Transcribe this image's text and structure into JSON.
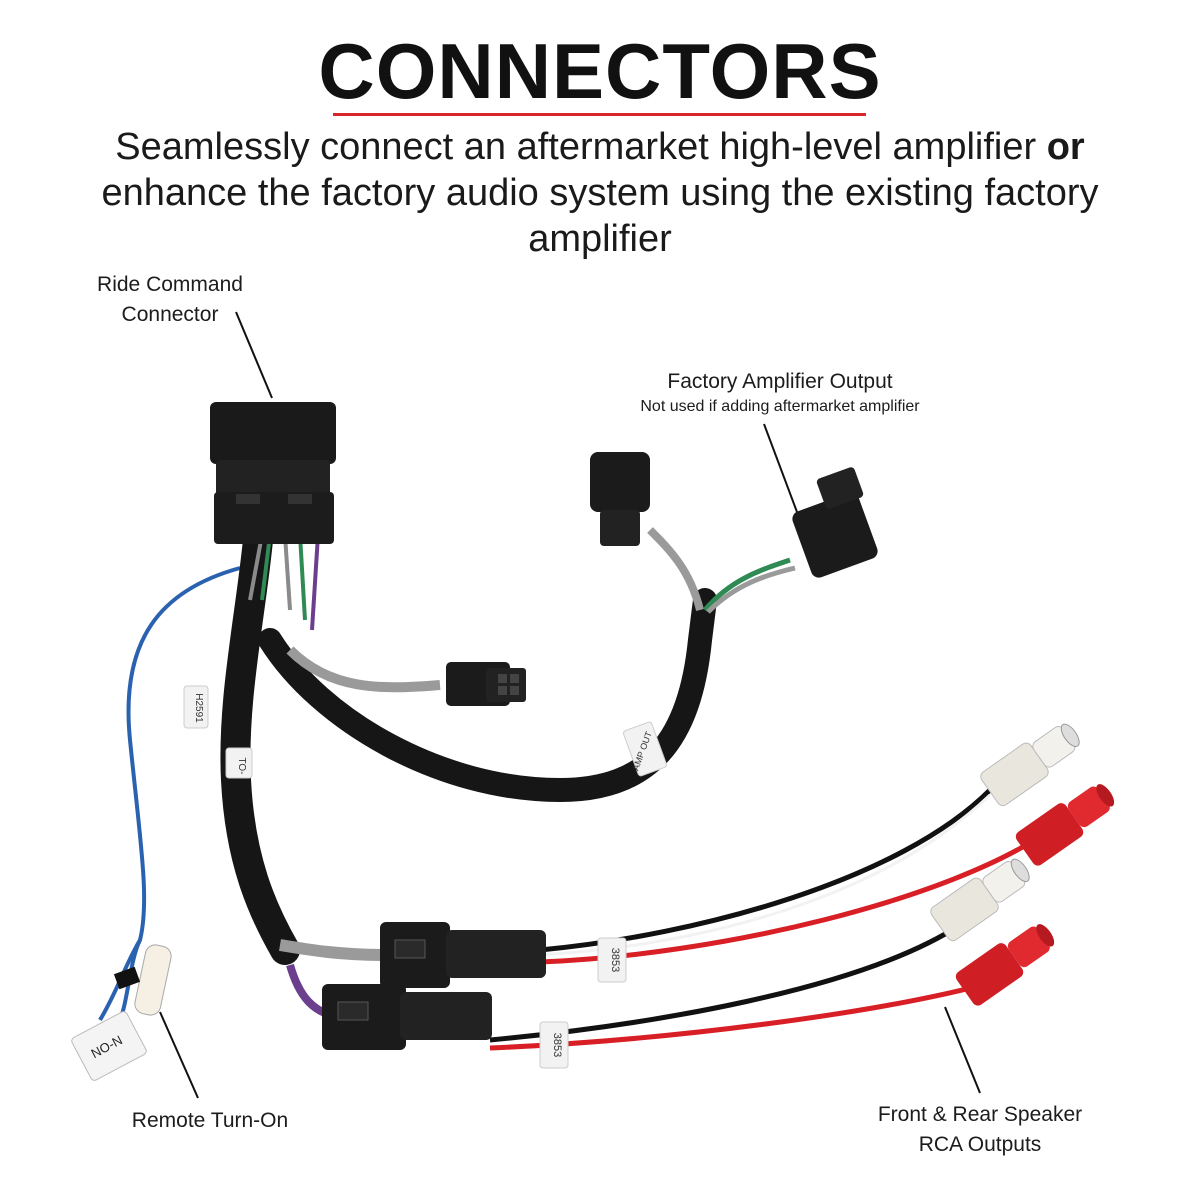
{
  "header": {
    "title": "CONNECTORS",
    "subtitle_part1": "Seamlessly connect an aftermarket high-level amplifier ",
    "subtitle_emphasis": "or",
    "subtitle_part2": " enhance the factory audio system using the existing factory amplifier",
    "accent_color": "#d8262c"
  },
  "callouts": {
    "ride_command_line1": "Ride Command",
    "ride_command_line2": "Connector",
    "factory_amp_title": "Factory Amplifier Output",
    "factory_amp_note": "Not used if adding aftermarket amplifier",
    "remote_turn_on": "Remote Turn-On",
    "rca_line1": "Front & Rear Speaker",
    "rca_line2": "RCA Outputs"
  },
  "cable_labels": {
    "label_a": "H2591",
    "label_b": "TO-",
    "label_c": "3853",
    "label_d": "3853",
    "label_e": "NO-N",
    "label_f": "AMP OUT"
  }
}
